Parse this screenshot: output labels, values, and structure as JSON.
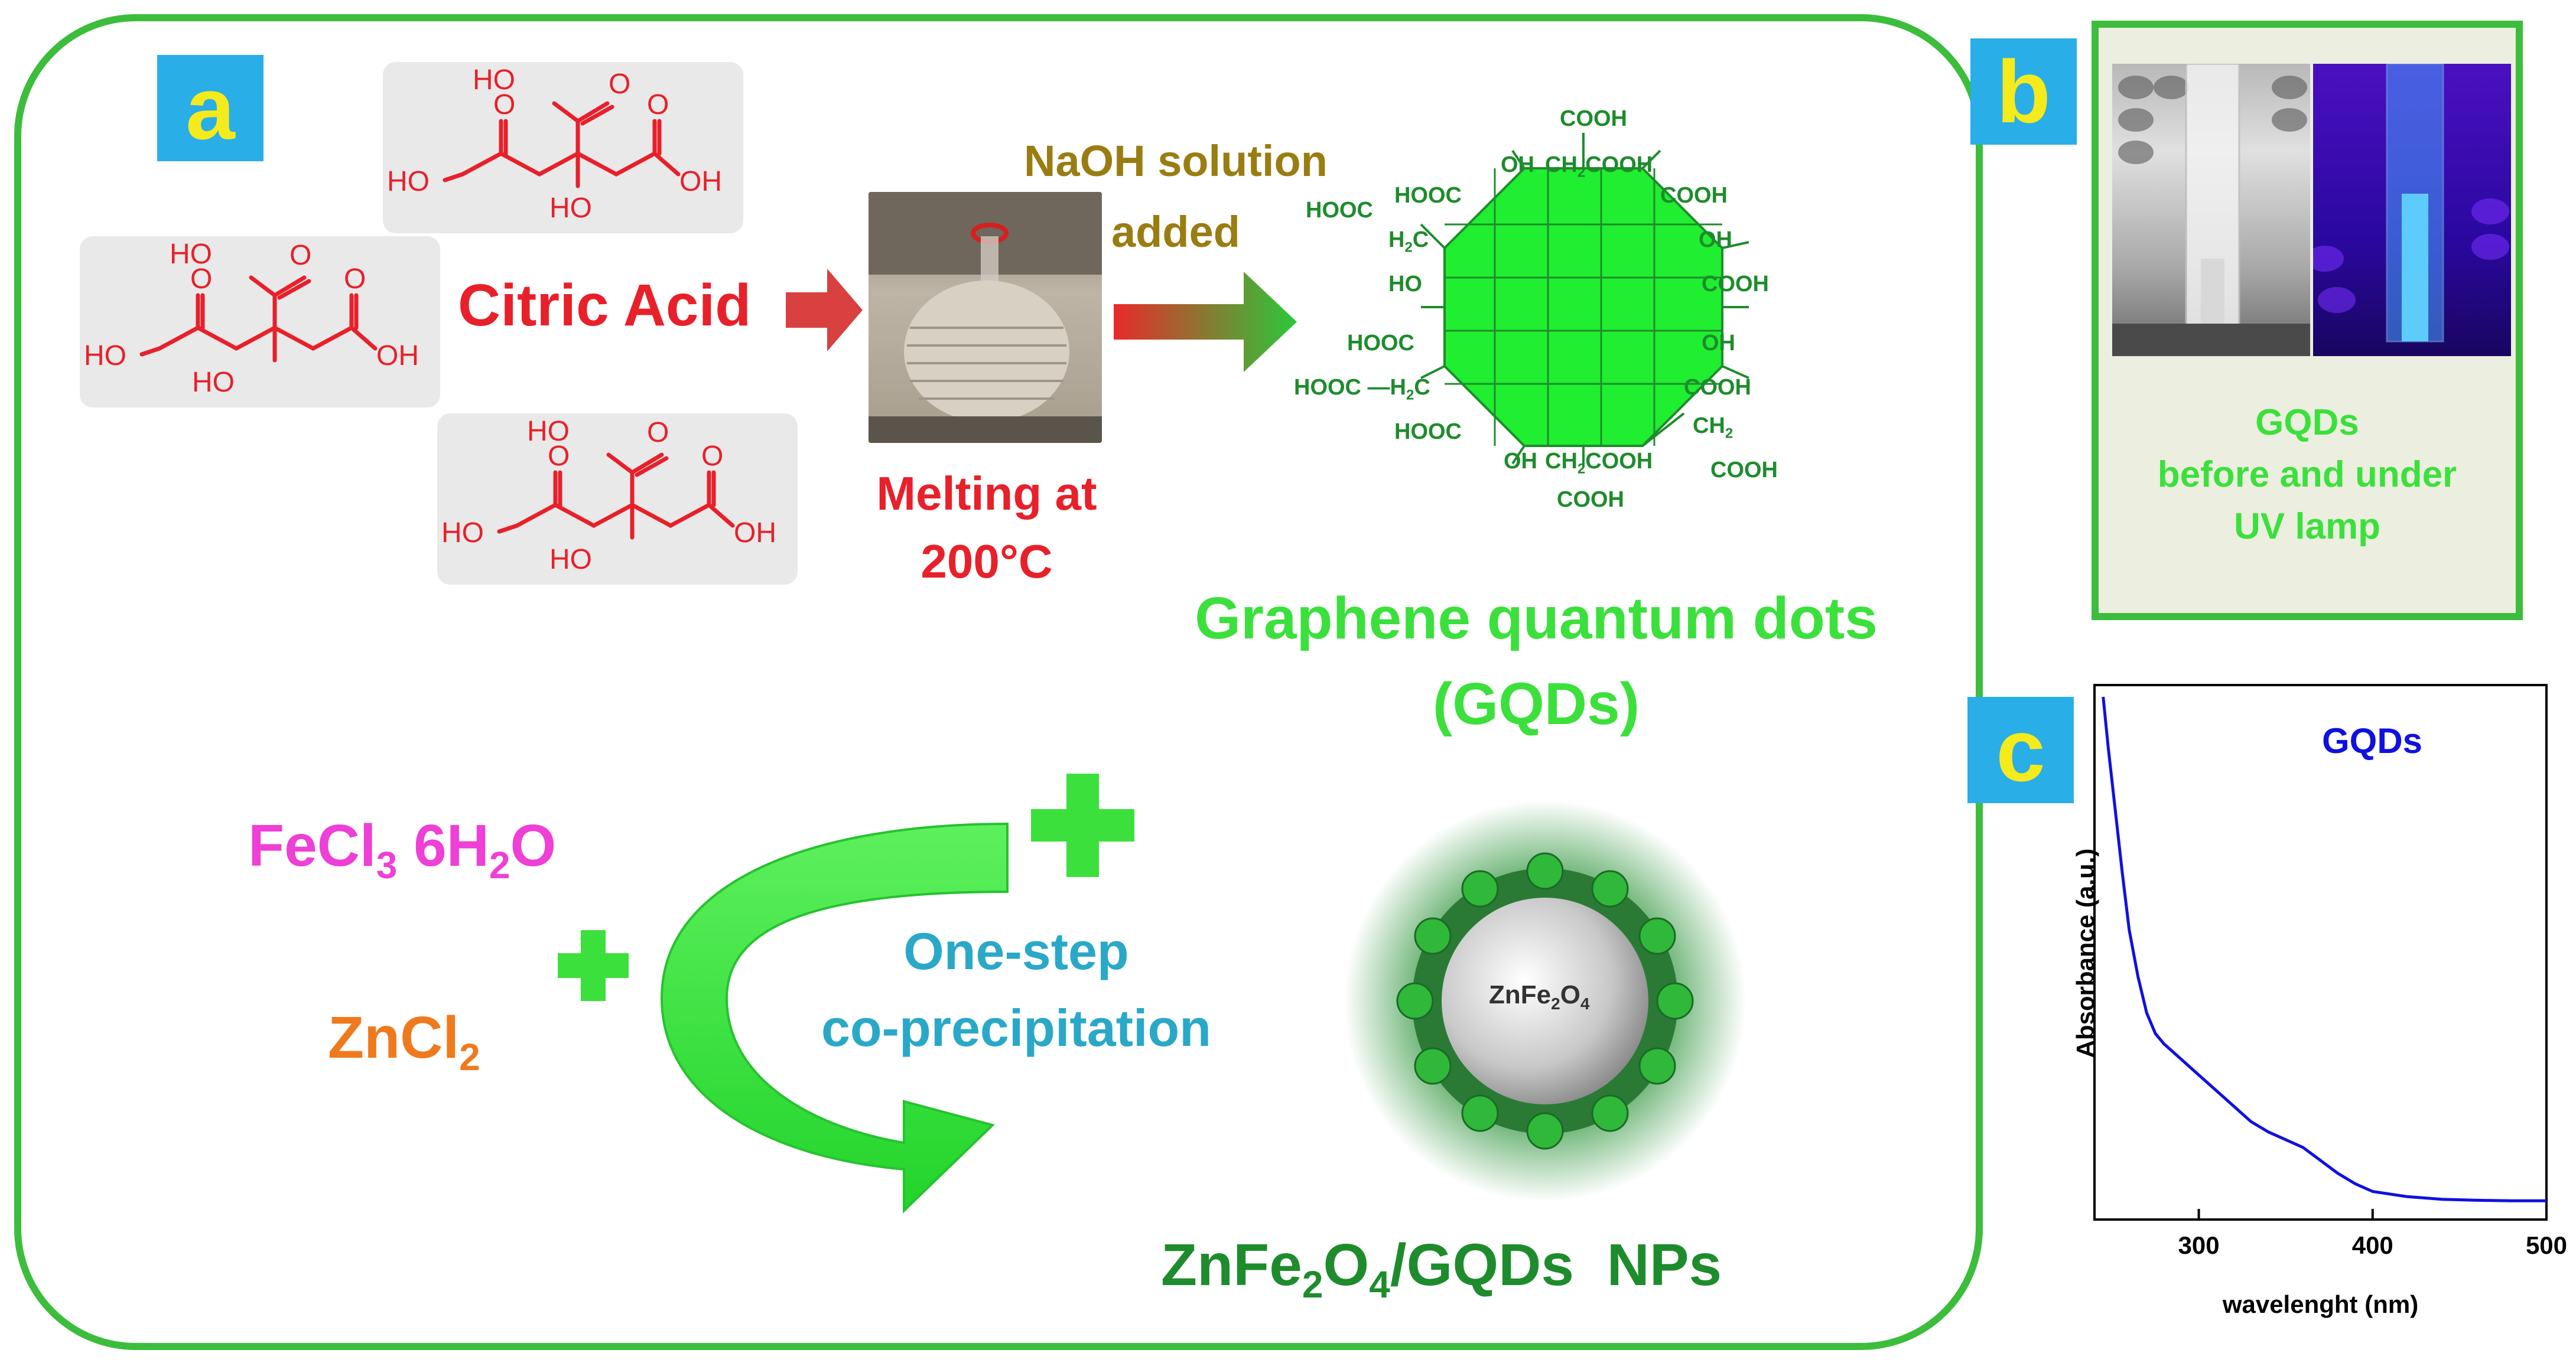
{
  "panel_a": {
    "label": "a",
    "citric_acid": "Citric Acid",
    "naoh_line1": "NaOH solution",
    "naoh_line2": "added",
    "melting_line1": "Melting at",
    "melting_line2": "200°C",
    "gqd_line1": "Graphene quantum dots",
    "gqd_line2": "(GQDs)",
    "fecl3": {
      "base": "FeCl",
      "sub1": "3",
      "mid": " 6H",
      "sub2": "2",
      "end": "O"
    },
    "zncl2": {
      "base": "ZnCl",
      "sub": "2"
    },
    "one_step": "One-step",
    "co_precip": "co-precipitation",
    "core_label": {
      "a": "ZnFe",
      "s1": "2",
      "b": "O",
      "s2": "4"
    },
    "product": {
      "a": "ZnFe",
      "s1": "2",
      "b": "O",
      "s2": "4",
      "c": "/GQDs  NPs"
    },
    "molecule": {
      "top_ho": "HO",
      "o": "O",
      "ho": "HO",
      "oh": "OH",
      "bottom_ho": "HO"
    },
    "gqd_groups": {
      "cooh": "COOH",
      "oh": "OH",
      "ho": "HO",
      "hooc": "HOOC",
      "ch2cooh_a": "CH",
      "ch2cooh_s": "2",
      "ch2cooh_b": "COOH",
      "h2c_a": "H",
      "h2c_s": "2",
      "h2c_b": "C",
      "hooc_h2c": "HOOC —H",
      "ch2": "CH"
    }
  },
  "panel_b": {
    "label": "b",
    "caption_line1": "GQDs",
    "caption_line2": "before and under",
    "caption_line3": "UV lamp"
  },
  "panel_c": {
    "label": "c"
  },
  "colors": {
    "frame_green": "#3cbd3c",
    "label_bg": "#29aee8",
    "label_text": "#f5ea1c",
    "red": "#e8202a",
    "olive": "#9a7d12",
    "bright_green": "#3ce03c",
    "magenta": "#ee3fd6",
    "orange": "#ef7a1e",
    "teal": "#2aa8c8",
    "dark_green": "#1e8c2c",
    "curve_blue": "#1010e0"
  },
  "chart_data": {
    "type": "line",
    "title": "",
    "xlabel": "wavelenght (nm)",
    "ylabel": "Absorbance (a.u.)",
    "xlim": [
      240,
      500
    ],
    "ylim": [
      0,
      1
    ],
    "x_ticks": [
      300,
      400,
      500
    ],
    "series": [
      {
        "name": "GQDs",
        "x": [
          245,
          248,
          252,
          256,
          260,
          265,
          270,
          275,
          280,
          290,
          300,
          310,
          320,
          330,
          340,
          350,
          360,
          370,
          380,
          390,
          400,
          420,
          440,
          460,
          480,
          500
        ],
        "y": [
          1.0,
          0.9,
          0.78,
          0.66,
          0.55,
          0.46,
          0.39,
          0.35,
          0.33,
          0.3,
          0.27,
          0.24,
          0.21,
          0.18,
          0.16,
          0.145,
          0.13,
          0.105,
          0.08,
          0.06,
          0.045,
          0.035,
          0.03,
          0.028,
          0.027,
          0.027
        ]
      }
    ]
  }
}
